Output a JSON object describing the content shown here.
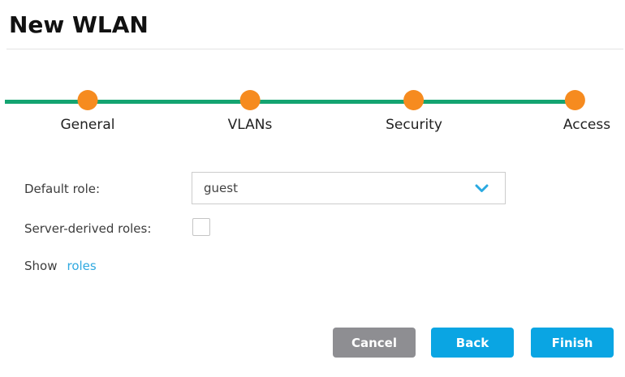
{
  "page": {
    "title": "New WLAN"
  },
  "stepper": {
    "steps": [
      {
        "label": "General"
      },
      {
        "label": "VLANs"
      },
      {
        "label": "Security"
      },
      {
        "label": "Access"
      }
    ]
  },
  "form": {
    "default_role": {
      "label": "Default role:",
      "value": "guest"
    },
    "server_derived_roles": {
      "label": "Server-derived roles:",
      "checked": false
    },
    "show_roles": {
      "prefix": "Show",
      "link_label": "roles"
    }
  },
  "actions": {
    "cancel_label": "Cancel",
    "back_label": "Back",
    "finish_label": "Finish"
  },
  "icons": {
    "dropdown": "chevron-down-icon"
  },
  "colors": {
    "progress_line": "#14a471",
    "step_dot": "#f68b1f",
    "primary_button": "#0aa5e3",
    "cancel_button": "#8e8e92",
    "link": "#2fa9e0",
    "chevron": "#29a9e1"
  }
}
